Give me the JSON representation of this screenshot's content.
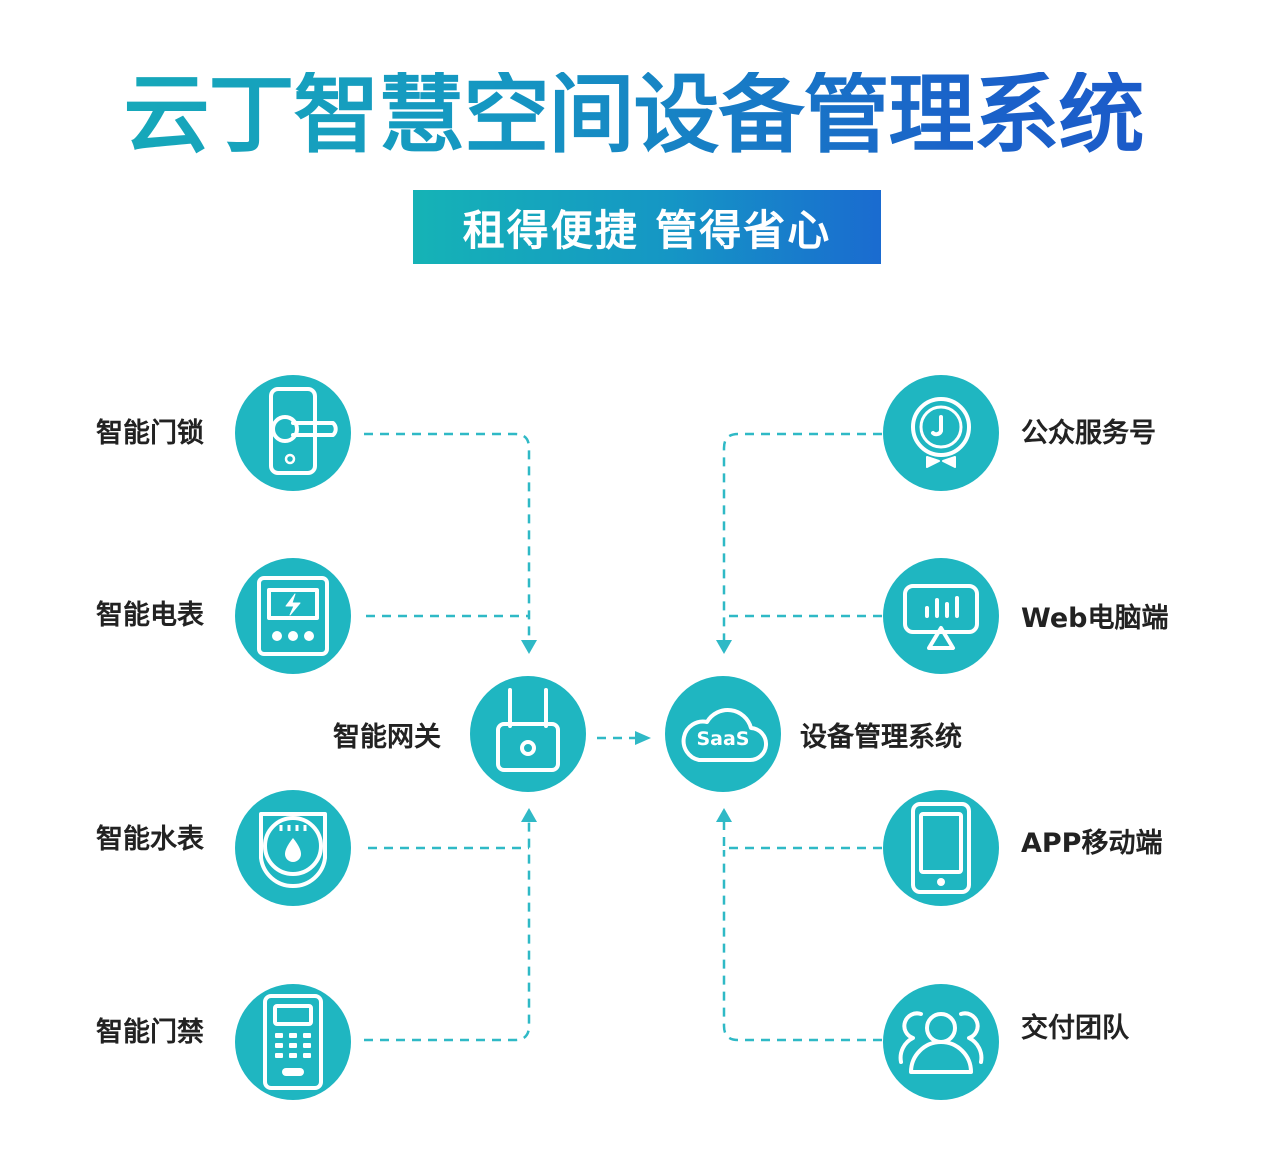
{
  "title": "云丁智慧空间设备管理系统",
  "subtitle": "租得便捷 管得省心",
  "colors": {
    "teal": "#1fb6c1",
    "blue": "#1a63c9",
    "line": "#2fb9c6"
  },
  "left_devices": [
    {
      "label": "智能门锁",
      "icon": "door-lock-icon"
    },
    {
      "label": "智能电表",
      "icon": "electric-meter-icon"
    },
    {
      "label": "智能水表",
      "icon": "water-meter-icon"
    },
    {
      "label": "智能门禁",
      "icon": "access-control-icon"
    }
  ],
  "gateway": {
    "label": "智能网关",
    "icon": "router-icon"
  },
  "saas": {
    "label": "设备管理系统",
    "icon_text": "SaaS",
    "icon": "cloud-icon"
  },
  "right_clients": [
    {
      "label": "公众服务号",
      "icon": "wechat-service-icon"
    },
    {
      "label": "Web电脑端",
      "icon": "monitor-icon"
    },
    {
      "label": "APP移动端",
      "icon": "phone-icon"
    },
    {
      "label": "交付团队",
      "icon": "team-icon"
    }
  ]
}
